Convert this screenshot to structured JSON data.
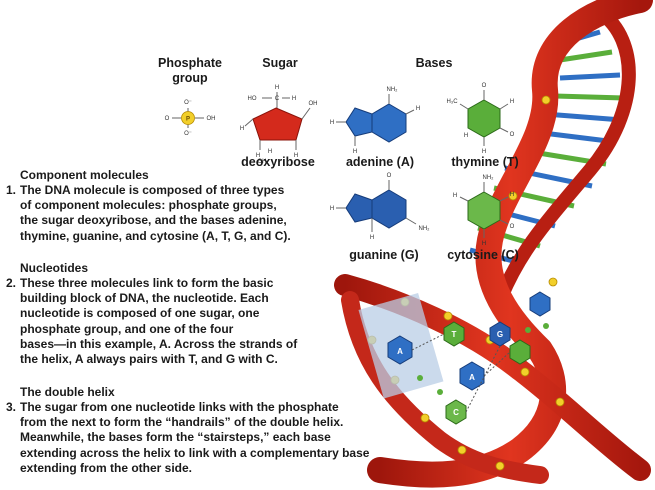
{
  "headers": {
    "phosphate": [
      "Phosphate",
      "group"
    ],
    "sugar": "Sugar",
    "bases": "Bases"
  },
  "molecules": {
    "deoxyribose": "deoxyribose",
    "adenine": "adenine (A)",
    "thymine": "thymine (T)",
    "guanine": "guanine (G)",
    "cytosine": "cytosine (C)"
  },
  "atoms": {
    "phosphate": [
      "O⁻",
      "O",
      "P",
      "OH",
      "O⁻"
    ],
    "sugar": [
      "H",
      "HO",
      "C",
      "H",
      "H",
      "OH",
      "H",
      "H",
      "OH",
      "H"
    ],
    "adenine": [
      "NH₂",
      "H",
      "H",
      "H"
    ],
    "thymine": [
      "O",
      "H₃C",
      "H",
      "H",
      "O",
      "H"
    ],
    "guanine": [
      "O",
      "H",
      "NH₂",
      "H"
    ],
    "cytosine": [
      "NH₂",
      "H",
      "H",
      "O",
      "H"
    ]
  },
  "helix_base_letters": [
    "A",
    "T",
    "A",
    "G",
    "C"
  ],
  "sections": [
    {
      "heading": "Component molecules",
      "number": "1.",
      "lines": [
        "The DNA molecule is composed of three types",
        "of component molecules: phosphate groups,",
        "the sugar deoxyribose, and the bases adenine,",
        "thymine, guanine, and cytosine (A, T, G, and C)."
      ]
    },
    {
      "heading": "Nucleotides",
      "number": "2.",
      "lines": [
        "These three molecules link to form the basic",
        "building block of DNA, the nucleotide. Each",
        "nucleotide is composed of one sugar, one",
        "phosphate group, and one of the four",
        "bases—in this example, A. Across the strands of",
        "the helix, A always pairs with T, and G with C."
      ]
    },
    {
      "heading": "The double helix",
      "number": "3.",
      "lines": [
        "The sugar from one nucleotide links with the phosphate",
        "from the next to form the “handrails” of the double helix.",
        "Meanwhile, the bases form the “stairsteps,” each base",
        "extending across the helix to link with a complementary base",
        "extending from the other side."
      ]
    }
  ],
  "colors": {
    "sugar_red": "#d42a1c",
    "phosphate_yellow": "#f2cf2a",
    "adenine_blue": "#2f6fc4",
    "guanine_blue": "#2a5fb0",
    "thymine_green": "#5aae3a",
    "cytosine_green": "#6bb84a",
    "highlight_box": "#b9cde6"
  }
}
